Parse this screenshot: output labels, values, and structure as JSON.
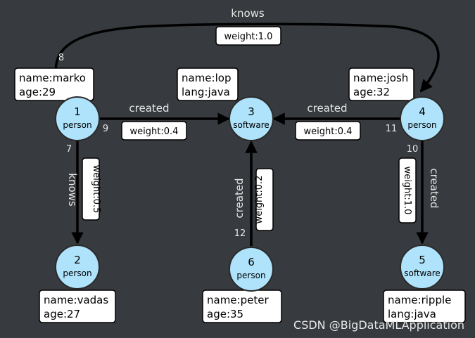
{
  "colors": {
    "background": "#373a3e",
    "node_fill": "#aee3fb",
    "node_stroke": "#2b2b2b",
    "edge": "#000000",
    "edge_text": "#e6e6e6",
    "box_fill": "#ffffff"
  },
  "vertices": [
    {
      "id": "1",
      "type": "person",
      "props": [
        "name:marko",
        "age:29"
      ]
    },
    {
      "id": "2",
      "type": "person",
      "props": [
        "name:vadas",
        "age:27"
      ]
    },
    {
      "id": "3",
      "type": "software",
      "props": [
        "name:lop",
        "lang:java"
      ]
    },
    {
      "id": "4",
      "type": "person",
      "props": [
        "name:josh",
        "age:32"
      ]
    },
    {
      "id": "5",
      "type": "software",
      "props": [
        "name:ripple",
        "lang:java"
      ]
    },
    {
      "id": "6",
      "type": "person",
      "props": [
        "name:peter",
        "age:35"
      ]
    }
  ],
  "edges": [
    {
      "id": "7",
      "label": "knows",
      "weight": "weight:0.5"
    },
    {
      "id": "8",
      "label": "knows",
      "weight": "weight:1.0"
    },
    {
      "id": "9",
      "label": "created",
      "weight": "weight:0.4"
    },
    {
      "id": "10",
      "label": "created",
      "weight": "weight:1.0"
    },
    {
      "id": "11",
      "label": "created",
      "weight": "weight:0.4"
    },
    {
      "id": "12",
      "label": "created",
      "weight": "weight:0.2"
    }
  ],
  "watermark": "CSDN @BigDataMLApplication"
}
